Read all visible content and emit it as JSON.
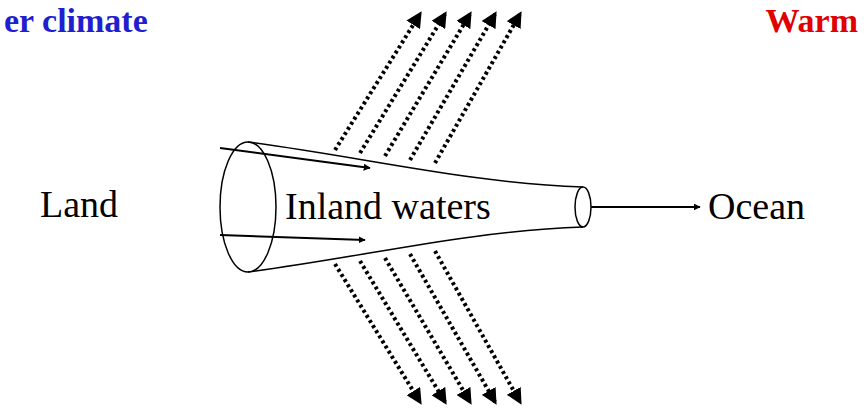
{
  "diagram": {
    "nodes": [
      {
        "text": [
          "Land"
        ]
      },
      {
        "text": [
          "Inland waters"
        ]
      },
      {
        "text": [
          "Ocean"
        ]
      }
    ],
    "edges": [
      {
        "from": 0,
        "to": 1,
        "arrow": "to"
      },
      {
        "from": 0,
        "to": 1,
        "arrow": "to"
      },
      {
        "from": 1,
        "to": 2,
        "arrow": "to"
      }
    ],
    "labels": [
      "er climate",
      "Warm"
    ]
  }
}
